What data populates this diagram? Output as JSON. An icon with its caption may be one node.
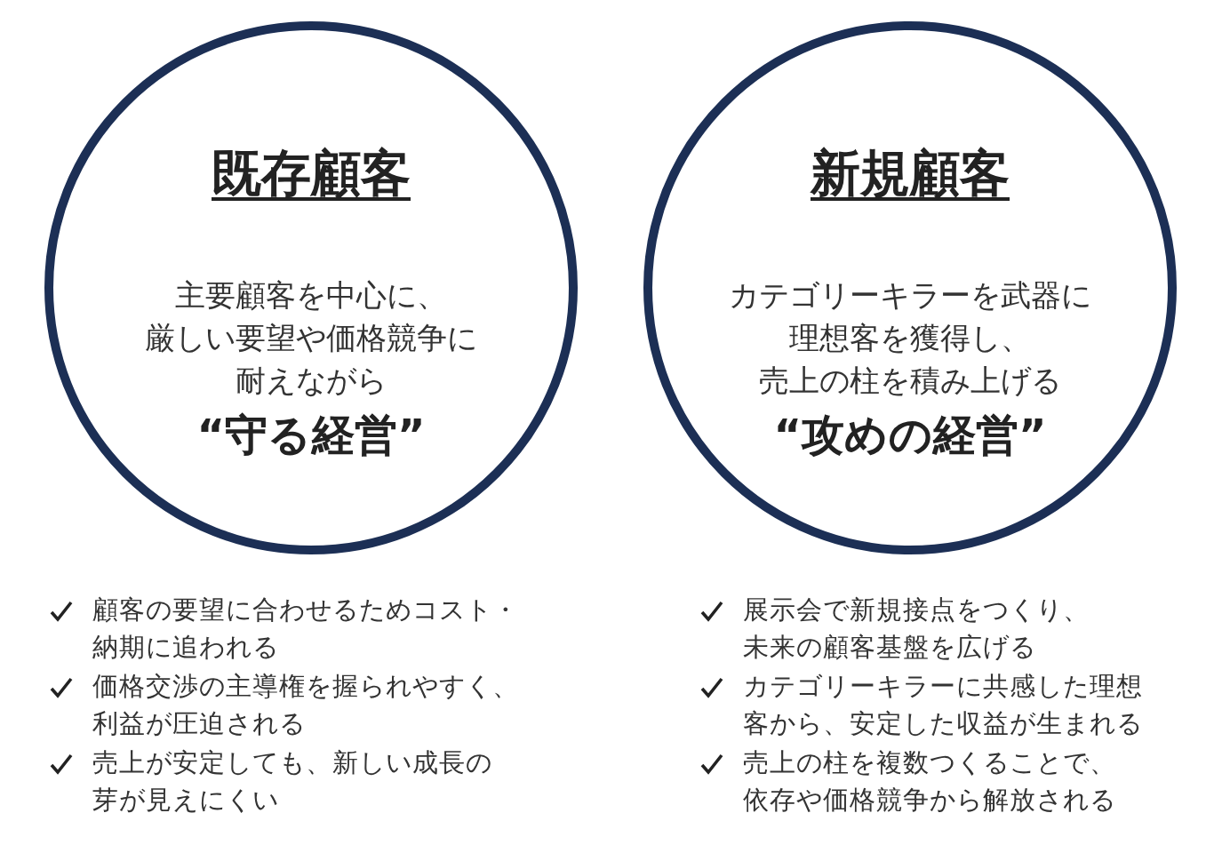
{
  "diagram": {
    "nodes": [
      {
        "text": [
          "既存顧客",
          "主要顧客を中心に、厳しい要望や価格競争に耐えながら",
          "“守る経営”"
        ]
      },
      {
        "text": [
          "新規顧客",
          "カテゴリーキラーを武器に理想客を獲得し、売上の柱を積み上げる",
          "“攻めの経営”"
        ]
      }
    ],
    "labels": [
      "顧客の要望に合わせるためコスト・納期に追われる",
      "価格交渉の主導権を握られやすく、利益が圧迫される",
      "売上が安定しても、新しい成長の芽が見えにくい",
      "展示会で新規接点をつくり、未来の顧客基盤を広げる",
      "カテゴリーキラーに共感した理想客から、安定した収益が生まれる",
      "売上の柱を複数つくることで、依存や価格競争から解放される"
    ]
  }
}
